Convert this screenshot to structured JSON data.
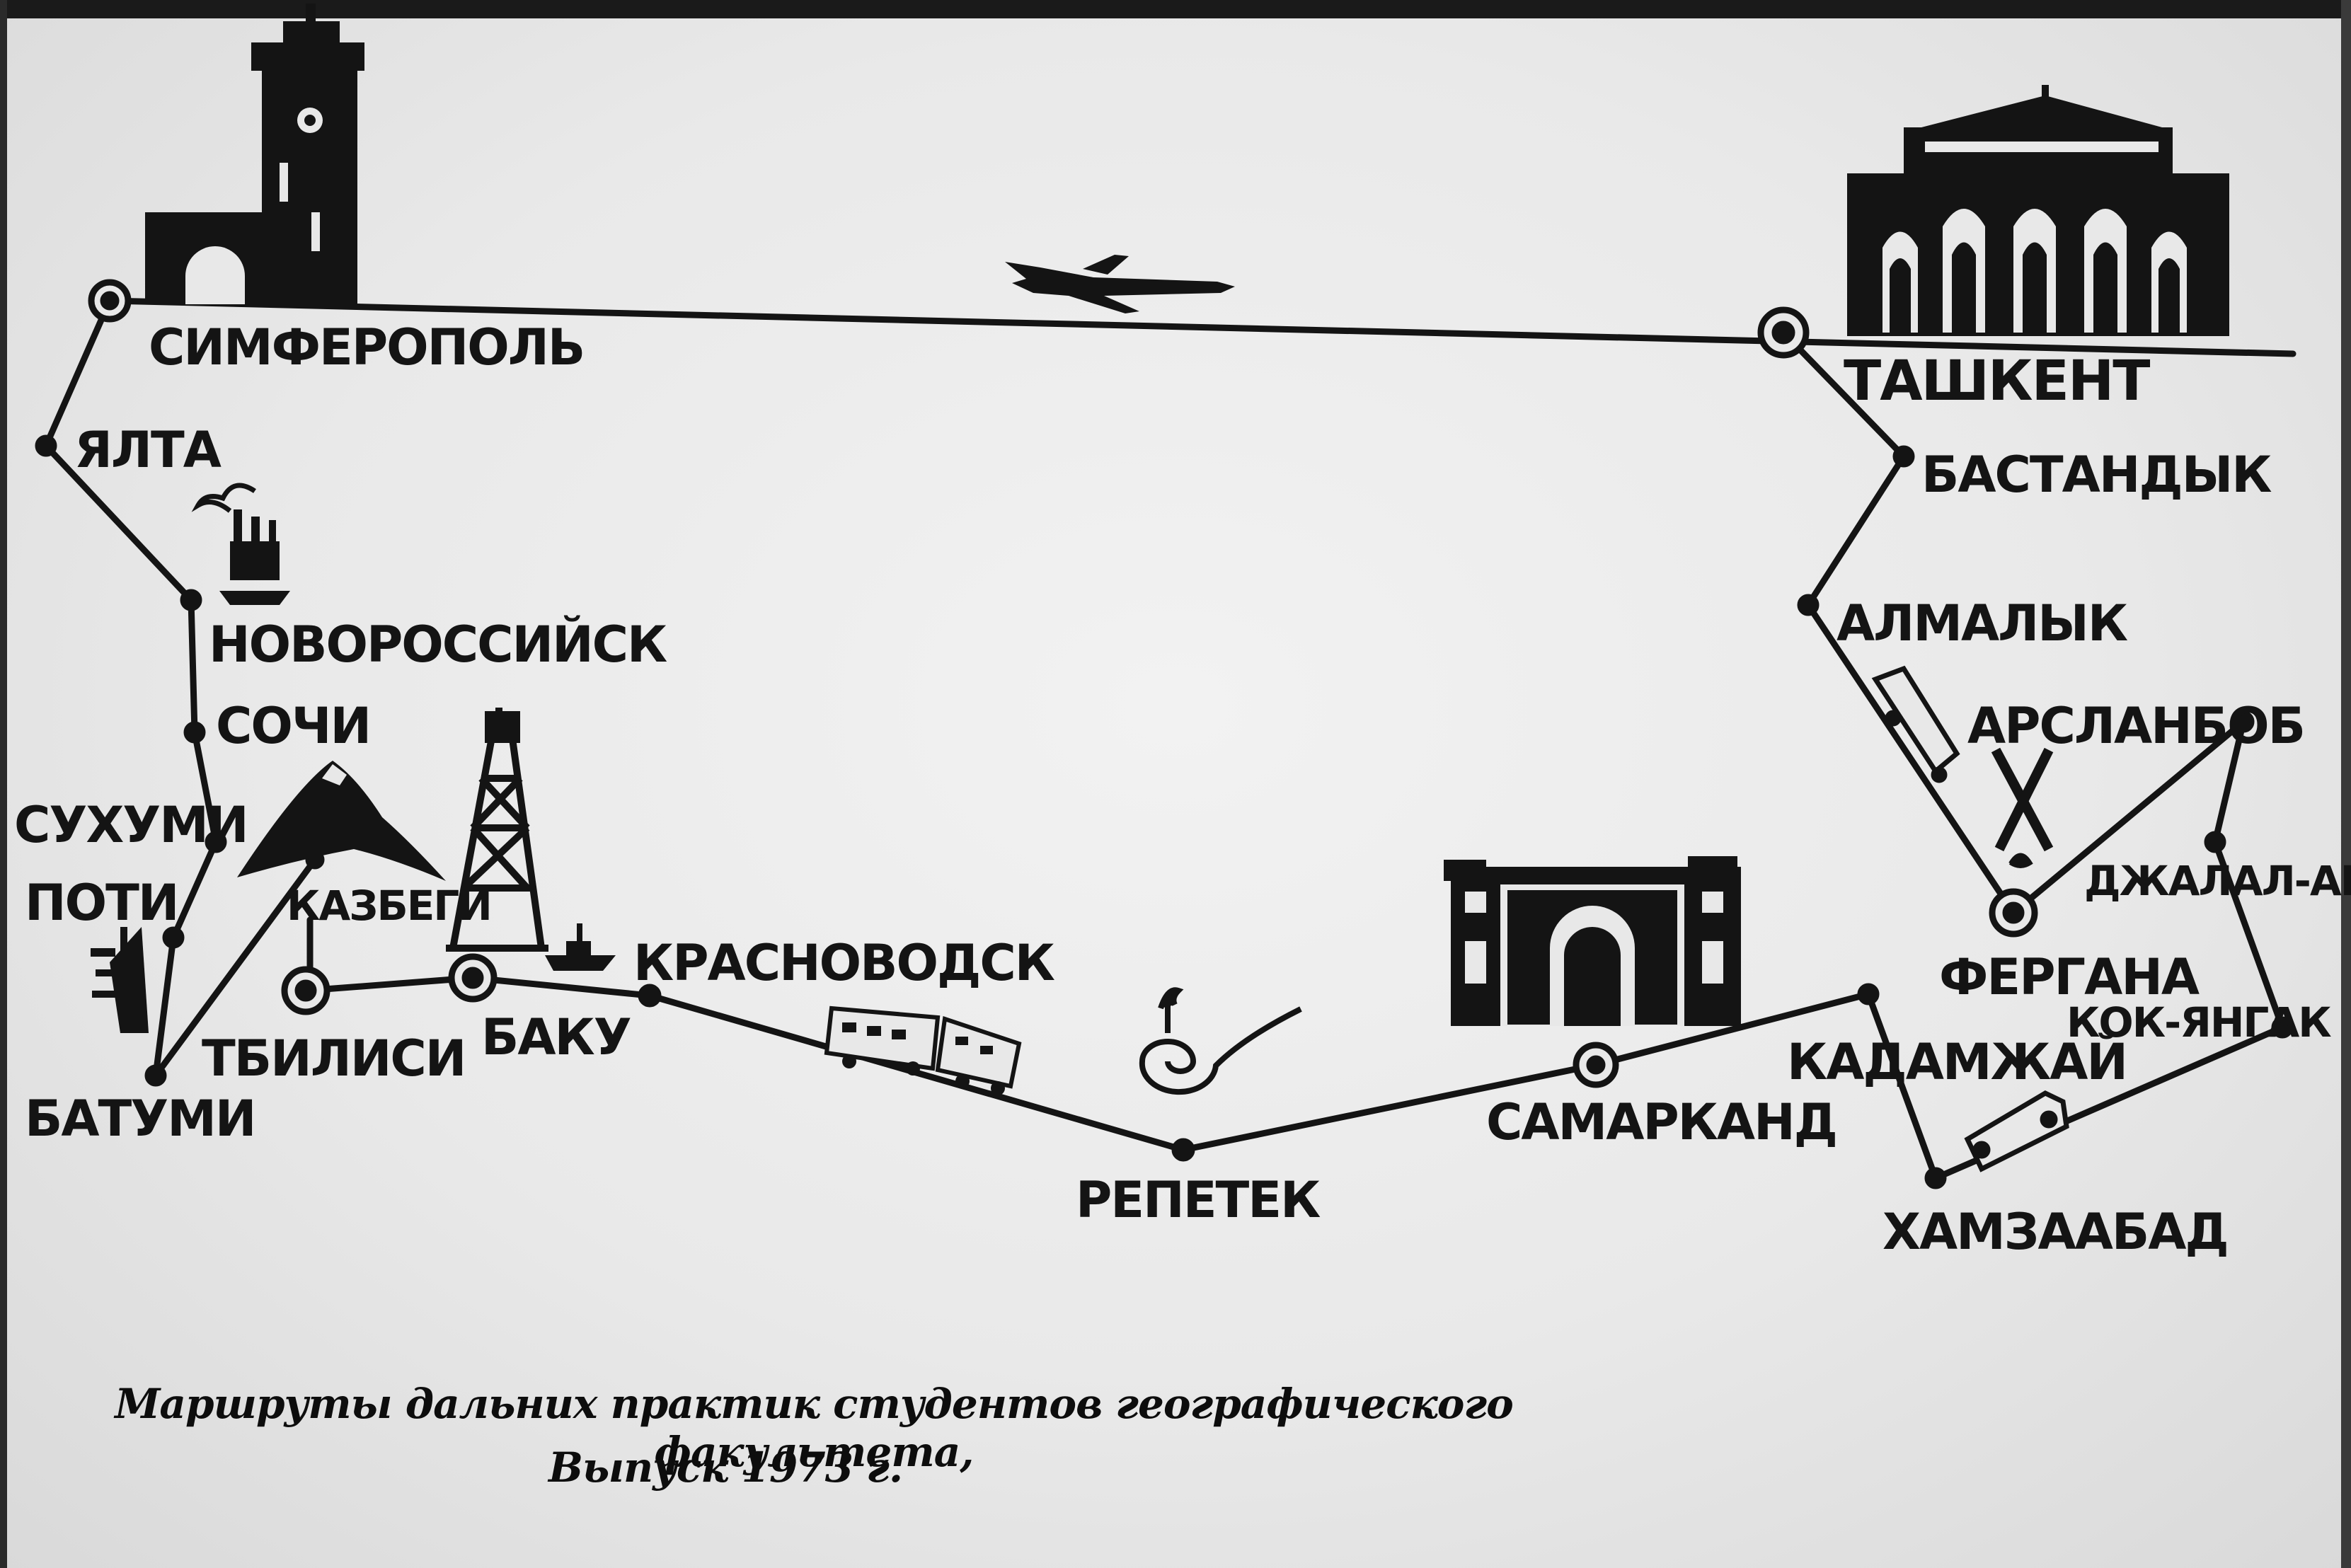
{
  "map": {
    "cities": {
      "simferopol": "СИМФЕРОПОЛЬ",
      "yalta": "ЯЛТА",
      "novorossiysk": "НОВОРОССИЙСК",
      "sochi": "СОЧИ",
      "sukhumi": "СУХУМИ",
      "poti": "ПОТИ",
      "batumi": "БАТУМИ",
      "kazbegi": "КАЗБЕГИ",
      "tbilisi": "ТБИЛИСИ",
      "baku": "БАКУ",
      "krasnovodsk": "КРАСНОВОДСК",
      "repetek": "РЕПЕТЕК",
      "samarkand": "САМАРКАНД",
      "kadamzhai": "КАДАМЖАЙ",
      "khamzaabad": "ХАМЗААБАД",
      "fergana": "ФЕРГАНА",
      "kok_yangak": "КОК-ЯНГАК",
      "dzhalal_abad": "ДЖАЛАЛ-АБАД",
      "arslanbob": "АРСЛАНБОБ",
      "almalyk": "АЛМАЛЫК",
      "bastandyk": "БАСТАНДЫК",
      "tashkent": "ТАШКЕНТ"
    },
    "icons": [
      "clock-tower-icon",
      "airplane-icon",
      "mosque-icon",
      "factory-icon",
      "mountain-icon",
      "oil-derrick-icon",
      "ship-icon",
      "steamship-icon",
      "train-icon",
      "spiral-dune-icon",
      "madrasa-gate-icon",
      "bus-icon",
      "crossed-tools-icon"
    ],
    "colors": {
      "ink": "#141414",
      "paper": "#eaeaea"
    }
  },
  "caption": {
    "line1": "Маршруты дальних практик студентов географического факультета,",
    "line2": "Выпуск 1973 г."
  }
}
